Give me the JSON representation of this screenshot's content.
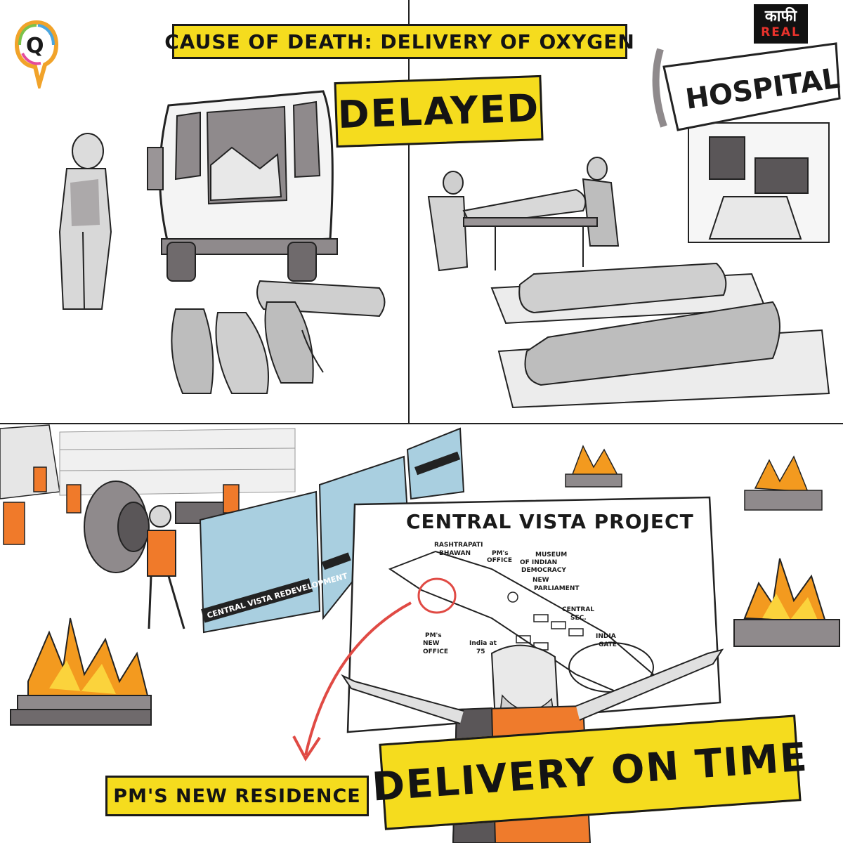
{
  "captions": {
    "cause": "CAUSE OF DEATH: DELIVERY OF OXYGEN",
    "delayed": "DELAYED",
    "residence": "PM'S NEW RESIDENCE",
    "on_time": "DELIVERY ON TIME"
  },
  "logos": {
    "quint": "Q",
    "kaafi_hindi": "काफी",
    "kaafi_real": "REAL"
  },
  "scene_text": {
    "hospital_sign": "HOSPITAL",
    "barricade_sign": "CENTRAL VISTA REDEVELOPMENT",
    "map_title": "CENTRAL VISTA PROJECT",
    "map_labels": {
      "rashtrapati": "RASHTRAPATI",
      "bhawan": "BHAWAN",
      "pm_office_1": "PM's",
      "pm_office_2": "OFFICE",
      "museum_1": "MUSEUM",
      "museum_2": "OF INDIAN",
      "museum_3": "DEMOCRACY",
      "parliament_1": "NEW",
      "parliament_2": "PARLIAMENT",
      "central_sec_1": "CENTRAL",
      "central_sec_2": "SEC.",
      "india_gate_1": "INDIA",
      "india_gate_2": "GATE",
      "pm_new_office_1": "PM's",
      "pm_new_office_2": "NEW",
      "pm_new_office_3": "OFFICE",
      "india_at_75_1": "India at",
      "india_at_75_2": "75"
    }
  },
  "colors": {
    "caption_yellow": "#f5dc1e",
    "ink": "#1a1a1a",
    "shade_gray": "#8f8a8c",
    "barricade_blue": "#a9cfe0",
    "vest_orange": "#f07a2a",
    "flame_orange": "#f39a1f",
    "flame_yellow": "#fbd33c",
    "arrow_red": "#e04a44",
    "saffron": "#ef7b2c",
    "kaafi_red": "#e8322c"
  },
  "icons": {
    "quint_logo": "quint-speech-bubble-icon",
    "kaafi_logo": "kaafi-real-logo-icon"
  }
}
